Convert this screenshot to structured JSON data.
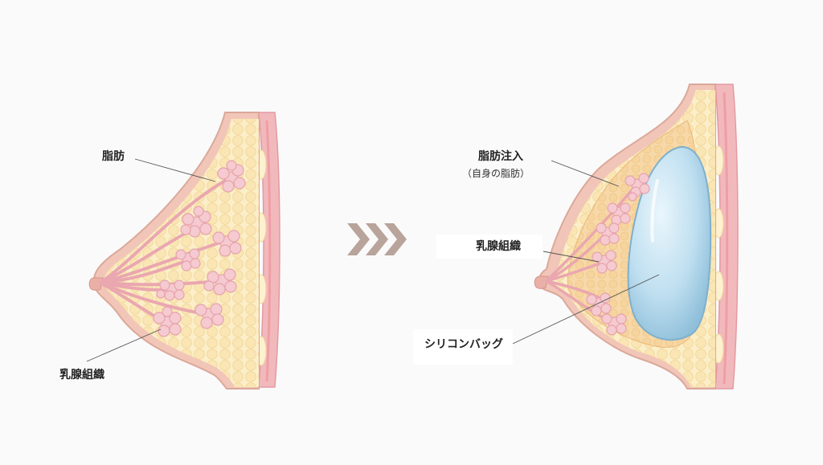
{
  "before": {
    "label_fat": "脂肪",
    "label_mammary": "乳腺組織"
  },
  "after": {
    "label_fat_injection": "脂肪注入",
    "label_fat_injection_note": "（自身の脂肪）",
    "label_mammary": "乳腺組織",
    "label_silicone": "シリコンバッグ"
  },
  "colors": {
    "skin": "#e9b9ae",
    "fat_layer": "#fbeec8",
    "fat_cells": "#f8e3a8",
    "gland_pink": "#f3c3c9",
    "muscle_red": "#e99aa0",
    "injected_fat": "#f7d9a9",
    "implant_blue": "#bfdff0",
    "arrow": "#b8a49a"
  },
  "icons": {
    "transition": "triple-chevron-right-icon"
  }
}
